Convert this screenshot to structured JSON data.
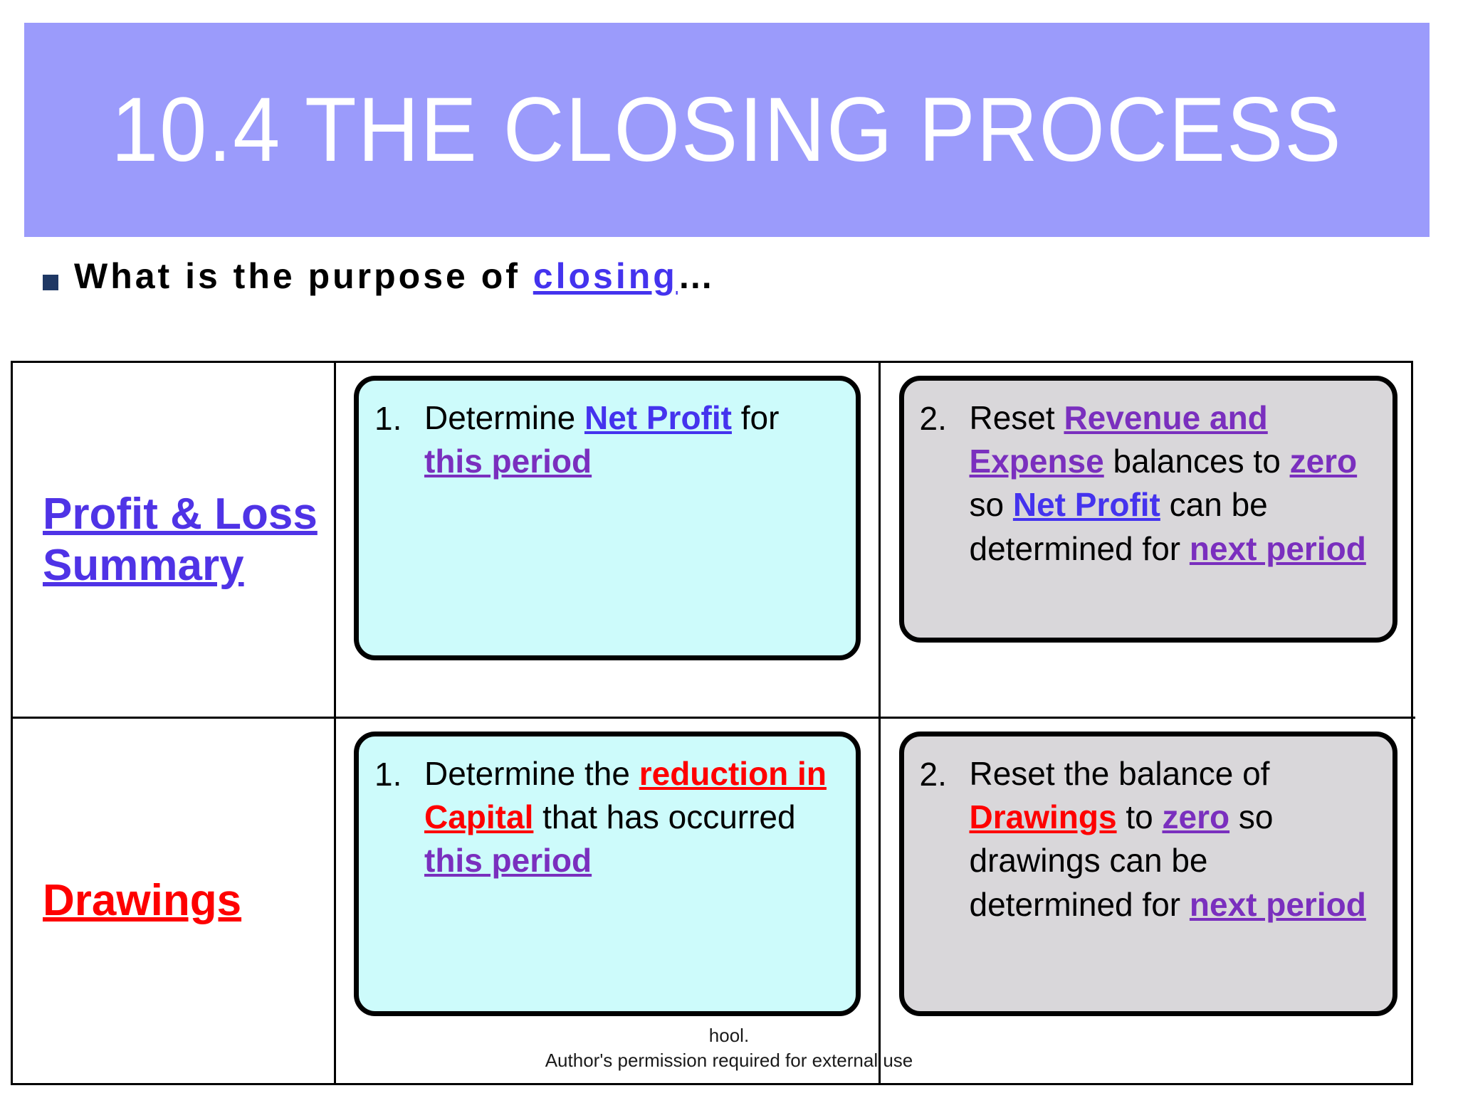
{
  "slide": {
    "title": "10.4 THE CLOSING PROCESS",
    "banner_color": "#9b9bfb",
    "bullet": {
      "marker": "square-bullet-icon",
      "text_before": "What is the purpose of ",
      "keyword": "closing",
      "text_after": "…"
    }
  },
  "table": {
    "rows": [
      {
        "label": "Profit & Loss Summary",
        "label_color": "#4f33e6",
        "cells": [
          {
            "number": "1.",
            "fill": "#cdfbfb",
            "segments": [
              {
                "text": "Determine ",
                "style": "plain"
              },
              {
                "text": "Net Profit",
                "style": "blue-underline"
              },
              {
                "text": " for ",
                "style": "plain"
              },
              {
                "text": "this period",
                "style": "purple-underline"
              }
            ]
          },
          {
            "number": "2.",
            "fill": "#d9d7da",
            "segments": [
              {
                "text": "Reset ",
                "style": "plain"
              },
              {
                "text": "Revenue and Expense",
                "style": "purple-underline"
              },
              {
                "text": " balances to ",
                "style": "plain"
              },
              {
                "text": "zero",
                "style": "purple-underline"
              },
              {
                "text": " so ",
                "style": "plain"
              },
              {
                "text": "Net Profit",
                "style": "blue-underline"
              },
              {
                "text": " can be determined for ",
                "style": "plain"
              },
              {
                "text": "next period",
                "style": "purple-underline"
              }
            ]
          }
        ]
      },
      {
        "label": "Drawings",
        "label_color": "#fe0000",
        "cells": [
          {
            "number": "1.",
            "fill": "#cdfbfb",
            "segments": [
              {
                "text": "Determine the ",
                "style": "plain"
              },
              {
                "text": "reduction in Capital",
                "style": "red-underline"
              },
              {
                "text": " that has occurred ",
                "style": "plain"
              },
              {
                "text": "this period",
                "style": "purple-underline"
              }
            ]
          },
          {
            "number": "2.",
            "fill": "#d9d7da",
            "segments": [
              {
                "text": "Reset the balance of ",
                "style": "plain"
              },
              {
                "text": "Drawings",
                "style": "red-underline"
              },
              {
                "text": " to ",
                "style": "plain"
              },
              {
                "text": "zero",
                "style": "purple-underline"
              },
              {
                "text": " so drawings can be determined for ",
                "style": "plain"
              },
              {
                "text": "next period",
                "style": "purple-underline"
              }
            ]
          }
        ]
      }
    ]
  },
  "footer": {
    "line1": "hool.",
    "line2": "Author's permission required for external use"
  }
}
